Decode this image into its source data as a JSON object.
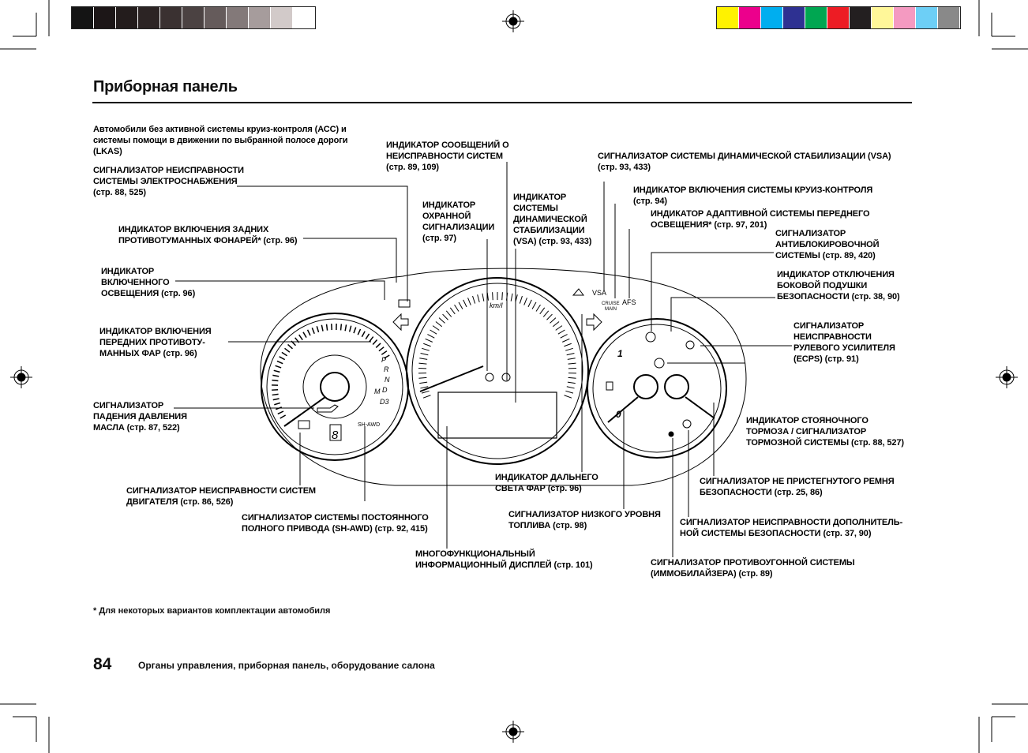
{
  "page": {
    "title": "Приборная панель",
    "page_number": "84",
    "section": "Органы управления, приборная панель, оборудование салона",
    "footnote": "* Для некоторых вариантов комплектации автомобиля"
  },
  "colors": {
    "grayscale": [
      "#141414",
      "#1c1617",
      "#231c1c",
      "#2c2424",
      "#3a3131",
      "#4b4242",
      "#655b5b",
      "#837979",
      "#a69c9c",
      "#d2cac9",
      "#ffffff"
    ],
    "process": [
      "#fff200",
      "#ec008c",
      "#00aeef",
      "#2e3192",
      "#00a651",
      "#ed1c24",
      "#231f20",
      "#fff799",
      "#f49ac1",
      "#6dcff6",
      "#898989"
    ]
  },
  "labels": {
    "intro": "Автомобили без активной системы круиз-контроля (АСС) и\nсистемы помощи в движении по выбранной полосе дороги\n(LKAS)",
    "power": "СИГНАЛИЗАТОР НЕИСПРАВНОСТИ\nСИСТЕМЫ ЭЛЕКТРОСНАБЖЕНИЯ\n(стр. 88, 525)",
    "rear_fog": "ИНДИКАТОР ВКЛЮЧЕНИЯ ЗАДНИХ\nПРОТИВОТУМАННЫХ ФОНАРЕЙ* (стр. 96)",
    "lights_on": "ИНДИКАТОР\nВКЛЮЧЕННОГО\nОСВЕЩЕНИЯ (стр. 96)",
    "front_fog": "ИНДИКАТОР ВКЛЮЧЕНИЯ\nПЕРЕДНИХ ПРОТИВОТУ-\nМАННЫХ ФАР (стр. 96)",
    "oil": "СИГНАЛИЗАТОР\nПАДЕНИЯ ДАВЛЕНИЯ\nМАСЛА (стр. 87, 522)",
    "engine": "СИГНАЛИЗАТОР НЕИСПРАВНОСТИ СИСТЕМ\nДВИГАТЕЛЯ (стр. 86, 526)",
    "sh_awd": "СИГНАЛИЗАТОР СИСТЕМЫ ПОСТОЯННОГО\nПОЛНОГО ПРИВОДА (SH-AWD) (стр. 92, 415)",
    "mid": "МНОГОФУНКЦИОНАЛЬНЫЙ\nИНФОРМАЦИОННЫЙ ДИСПЛЕЙ (стр. 101)",
    "messages": "ИНДИКАТОР СООБЩЕНИЙ О\nНЕИСПРАВНОСТИ СИСТЕМ\n(стр. 89, 109)",
    "security": "ИНДИКАТОР\nОХРАННОЙ\nСИГНАЛИЗАЦИИ\n(стр. 97)",
    "vsa_ind": "ИНДИКАТОР\nСИСТЕМЫ\nДИНАМИЧЕСКОЙ\nСТАБИЛИЗАЦИИ\n(VSA) (стр. 93, 433)",
    "high_beam": "ИНДИКАТОР ДАЛЬНЕГО\nСВЕТА ФАР (стр. 96)",
    "low_fuel": "СИГНАЛИЗАТОР НИЗКОГО УРОВНЯ\nТОПЛИВА (стр. 98)",
    "vsa_warn": "СИГНАЛИЗАТОР СИСТЕМЫ ДИНАМИЧЕСКОЙ СТАБИЛИЗАЦИИ (VSA)\n(стр. 93, 433)",
    "cruise": "ИНДИКАТОР ВКЛЮЧЕНИЯ СИСТЕМЫ КРУИЗ-КОНТРОЛЯ\n(стр. 94)",
    "afs": "ИНДИКАТОР АДАПТИВНОЙ СИСТЕМЫ ПЕРЕДНЕГО\nОСВЕЩЕНИЯ* (стр. 97, 201)",
    "abs": "СИГНАЛИЗАТОР\nАНТИБЛОКИРОВОЧНОЙ\nСИСТЕМЫ (стр. 89, 420)",
    "side_airbag": "ИНДИКАТОР ОТКЛЮЧЕНИЯ\nБОКОВОЙ ПОДУШКИ\nБЕЗОПАСНОСТИ (стр. 38, 90)",
    "eps": "СИГНАЛИЗАТОР\nНЕИСПРАВНОСТИ\nРУЛЕВОГО УСИЛИТЕЛЯ\n(ECPS) (стр. 91)",
    "parking": "ИНДИКАТОР СТОЯНОЧНОГО\nТОРМОЗА / СИГНАЛИЗАТОР\nТОРМОЗНОЙ СИСТЕМЫ (стр. 88, 527)",
    "seatbelt": "СИГНАЛИЗАТОР НЕ ПРИСТЕГНУТОГО РЕМНЯ\nБЕЗОПАСНОСТИ (стр. 25, 86)",
    "srs": "СИГНАЛИЗАТОР НЕИСПРАВНОСТИ ДОПОЛНИТЕЛЬ-\nНОЙ СИСТЕМЫ БЕЗОПАСНОСТИ (стр. 37, 90)",
    "immobilizer": "СИГНАЛИЗАТОР ПРОТИВОУГОННОЙ СИСТЕМЫ\n(ИММОБИЛАЙЗЕРА) (стр. 89)"
  },
  "dash": {
    "gear_letters": [
      "P",
      "R",
      "N",
      "D",
      "M",
      "D3"
    ],
    "speed_unit": "km/l",
    "vsa": "VSA",
    "cruise_1": "CRUISE",
    "cruise_2": "MAIN",
    "afs": "AFS",
    "sh_awd": "SH-AWD",
    "gear_digit": "8",
    "fuel_full": "1",
    "fuel_empty": "0"
  }
}
